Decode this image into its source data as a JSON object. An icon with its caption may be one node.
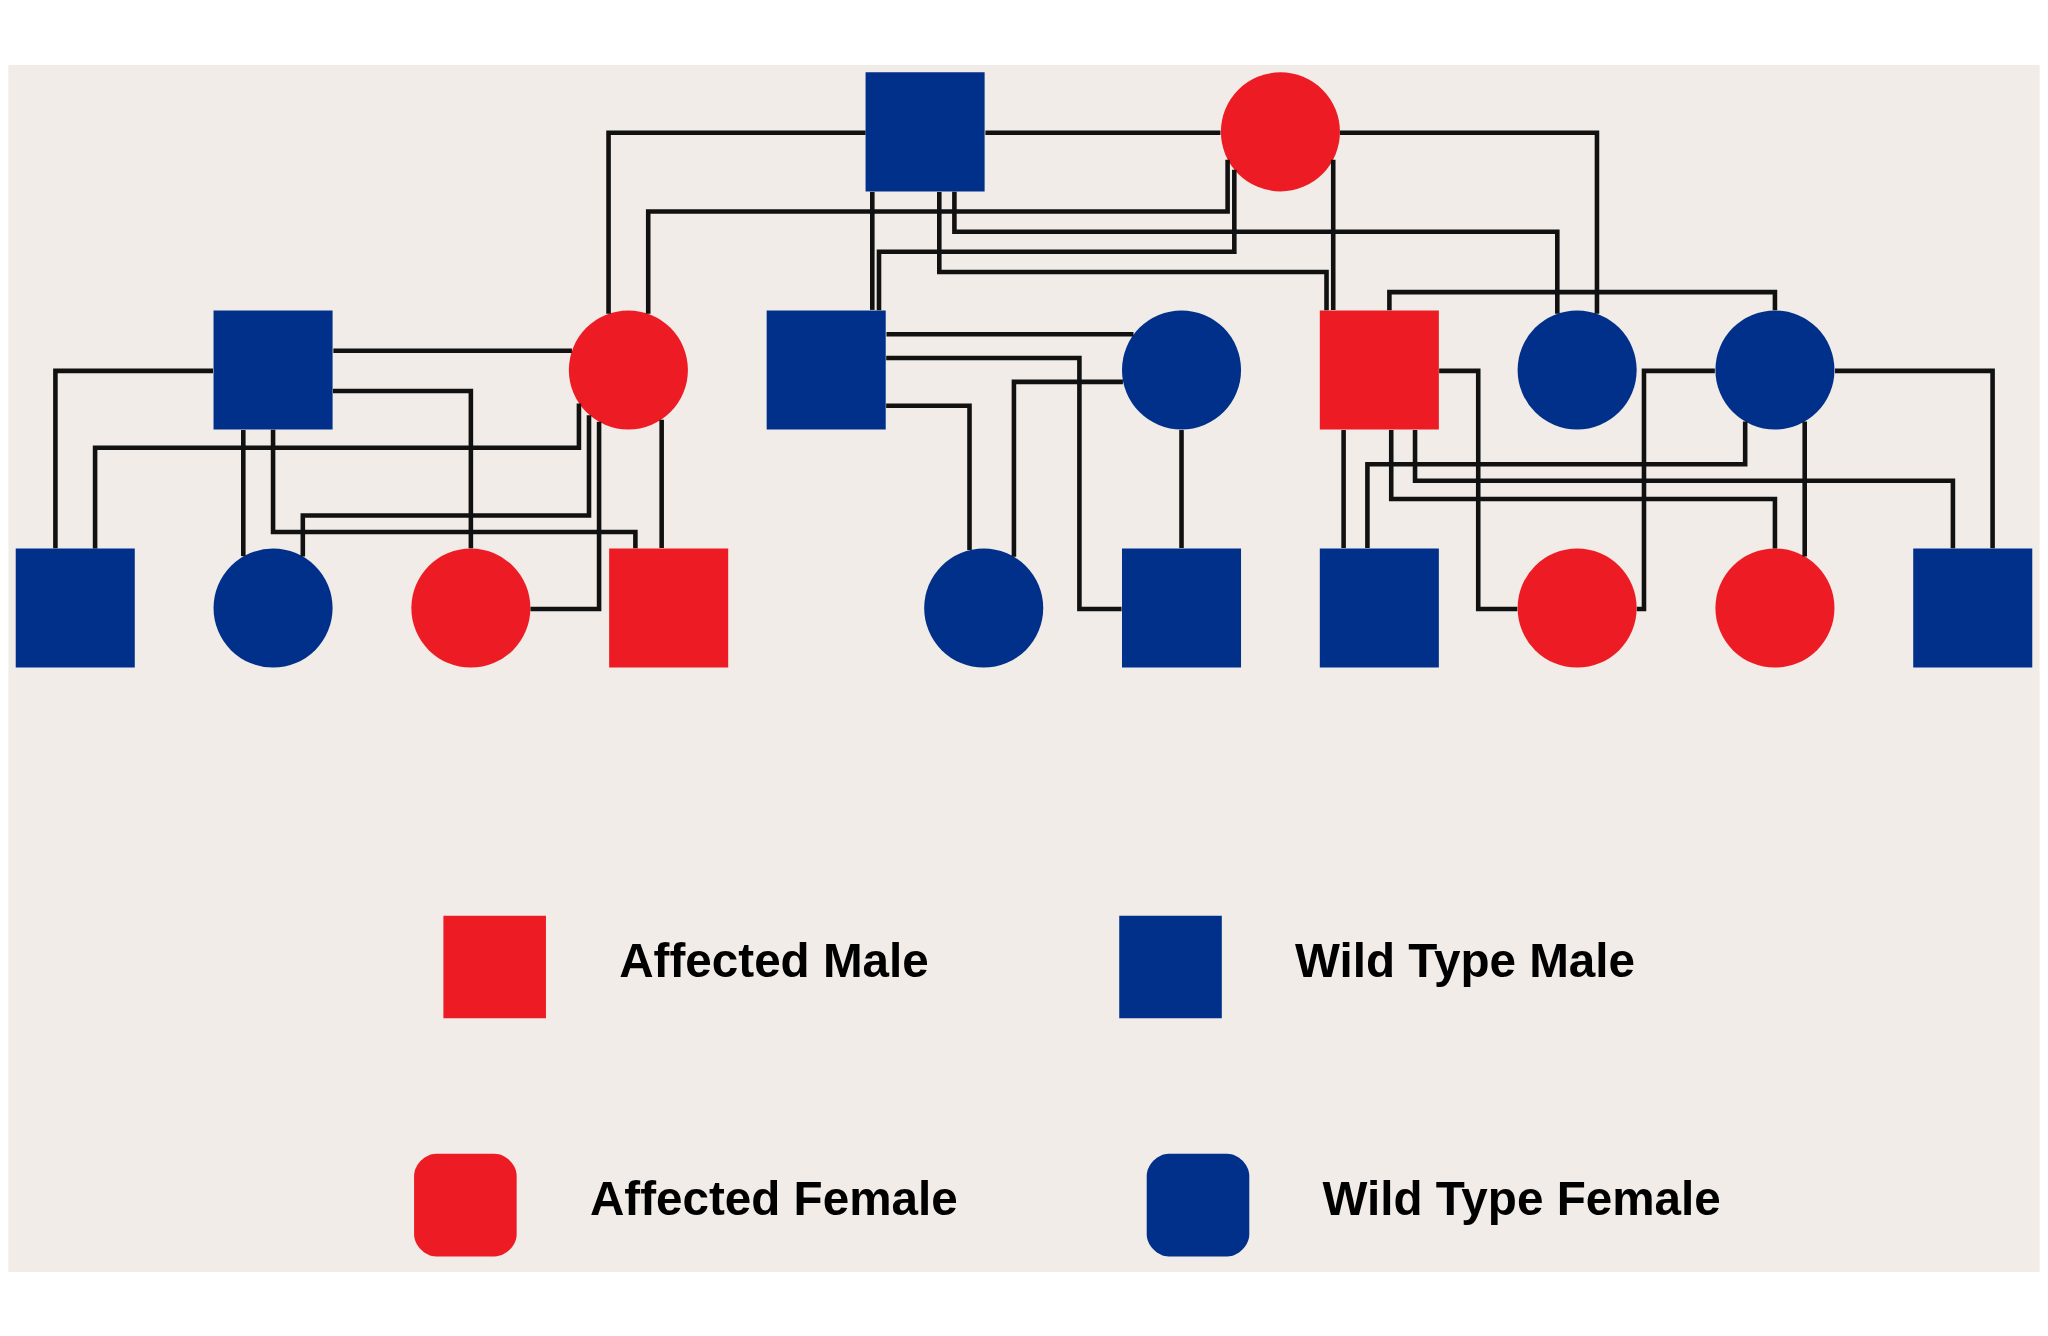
{
  "diagram": {
    "nodes": [
      {
        "text": [],
        "shape": "box"
      },
      {
        "text": [],
        "shape": "circle"
      },
      {
        "text": [],
        "shape": "box"
      },
      {
        "text": [],
        "shape": "circle"
      },
      {
        "text": [],
        "shape": "box"
      },
      {
        "text": [],
        "shape": "circle"
      },
      {
        "text": [],
        "shape": "circle"
      },
      {
        "text": [],
        "shape": "box"
      },
      {
        "text": [],
        "shape": "circle"
      },
      {
        "text": [],
        "shape": "box"
      },
      {
        "text": [],
        "shape": "circle"
      },
      {
        "text": [],
        "shape": "circle"
      },
      {
        "text": [],
        "shape": "box"
      },
      {
        "text": [],
        "shape": "box"
      },
      {
        "text": [],
        "shape": "circle"
      },
      {
        "text": [],
        "shape": "box"
      },
      {
        "text": [],
        "shape": "circle"
      },
      {
        "text": [],
        "shape": "circle"
      },
      {
        "text": [],
        "shape": "box"
      }
    ],
    "edges": [
      {
        "from": 0,
        "to": 1,
        "arrow": "none"
      },
      {
        "from": 0,
        "to": 3,
        "arrow": "none"
      },
      {
        "from": 1,
        "to": 3,
        "arrow": "none"
      },
      {
        "from": 0,
        "to": 4,
        "arrow": "none"
      },
      {
        "from": 1,
        "to": 4,
        "arrow": "none"
      },
      {
        "from": 0,
        "to": 6,
        "arrow": "none"
      },
      {
        "from": 1,
        "to": 6,
        "arrow": "none"
      },
      {
        "from": 0,
        "to": 7,
        "arrow": "none"
      },
      {
        "from": 1,
        "to": 7,
        "arrow": "none"
      },
      {
        "from": 2,
        "to": 3,
        "arrow": "none"
      },
      {
        "from": 4,
        "to": 5,
        "arrow": "none"
      },
      {
        "from": 7,
        "to": 8,
        "arrow": "none"
      },
      {
        "from": 2,
        "to": 9,
        "arrow": "none"
      },
      {
        "from": 3,
        "to": 9,
        "arrow": "none"
      },
      {
        "from": 2,
        "to": 10,
        "arrow": "none"
      },
      {
        "from": 3,
        "to": 10,
        "arrow": "none"
      },
      {
        "from": 2,
        "to": 11,
        "arrow": "none"
      },
      {
        "from": 3,
        "to": 11,
        "arrow": "none"
      },
      {
        "from": 2,
        "to": 12,
        "arrow": "none"
      },
      {
        "from": 3,
        "to": 12,
        "arrow": "none"
      },
      {
        "from": 4,
        "to": 13,
        "arrow": "none"
      },
      {
        "from": 5,
        "to": 13,
        "arrow": "none"
      },
      {
        "from": 4,
        "to": 14,
        "arrow": "none"
      },
      {
        "from": 5,
        "to": 14,
        "arrow": "none"
      },
      {
        "from": 7,
        "to": 15,
        "arrow": "none"
      },
      {
        "from": 8,
        "to": 15,
        "arrow": "none"
      },
      {
        "from": 7,
        "to": 16,
        "arrow": "none"
      },
      {
        "from": 8,
        "to": 16,
        "arrow": "none"
      },
      {
        "from": 7,
        "to": 17,
        "arrow": "none"
      },
      {
        "from": 8,
        "to": 17,
        "arrow": "none"
      },
      {
        "from": 7,
        "to": 18,
        "arrow": "none"
      },
      {
        "from": 8,
        "to": 18,
        "arrow": "none"
      }
    ],
    "legend": [
      {
        "text": "Affected Male",
        "color": "#ed1c24"
      },
      {
        "text": "Wild Type Male",
        "color": "#00308a"
      },
      {
        "text": "Affected Female",
        "color": "#ed1c24"
      },
      {
        "text": "Wild Type Female",
        "color": "#00308a"
      }
    ]
  }
}
